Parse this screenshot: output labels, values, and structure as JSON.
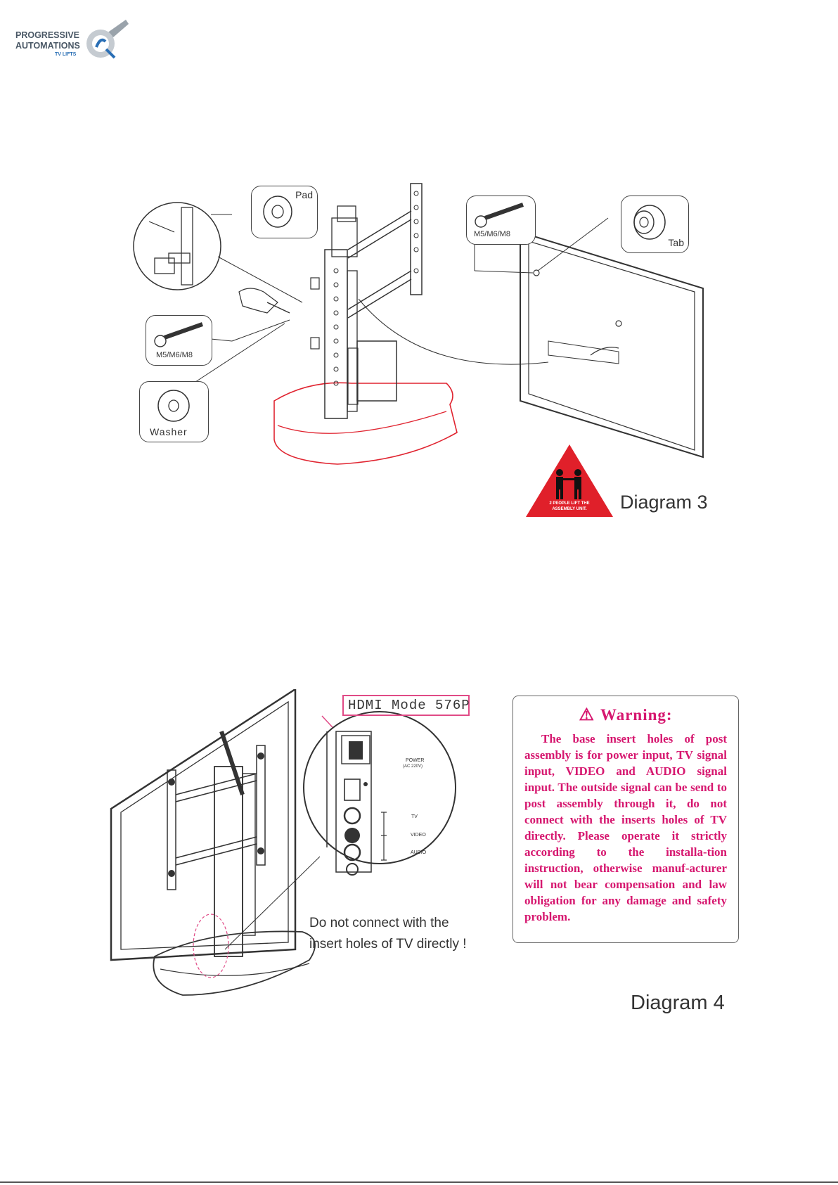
{
  "logo": {
    "line1": "PROGRESSIVE",
    "line2": "AUTOMATIONS",
    "line3": "TV LIFTS",
    "icon": "magnifier-logo-icon"
  },
  "diagram3": {
    "title": "Diagram 3",
    "callouts": {
      "pad": "Pad",
      "tab": "Tab",
      "screw_top": "M5/M6/M8",
      "screw_left": "M5/M6/M8",
      "washer": "Washer"
    },
    "warning_sign": {
      "text_line1": "2 PEOPLE LIFT THE",
      "text_line2": "ASSEMBLY UNIT.",
      "icon": "two-people-icon",
      "color": "#e0202a"
    }
  },
  "diagram4": {
    "title": "Diagram 4",
    "hdmi_label": "HDMI Mode 576P",
    "panel_labels": {
      "power": "POWER",
      "power_sub": "(AC 220V)",
      "tv": "TV",
      "video": "VIDEO",
      "audio": "AUDIO"
    },
    "note_line1": "Do not connect with the",
    "note_line2": "insert holes of TV directly !",
    "warning": {
      "title": "Warning:",
      "body": "The base insert holes of post assembly is for power input, TV signal input, VIDEO and AUDIO signal input. The outside signal can be send to post assembly through it, do not connect with  the inserts holes of TV directly. Please operate it strictly according to the installa-tion instruction, otherwise manuf-acturer will not bear compensation and law obligation for any damage and safety problem.",
      "color": "#d6176f"
    }
  }
}
